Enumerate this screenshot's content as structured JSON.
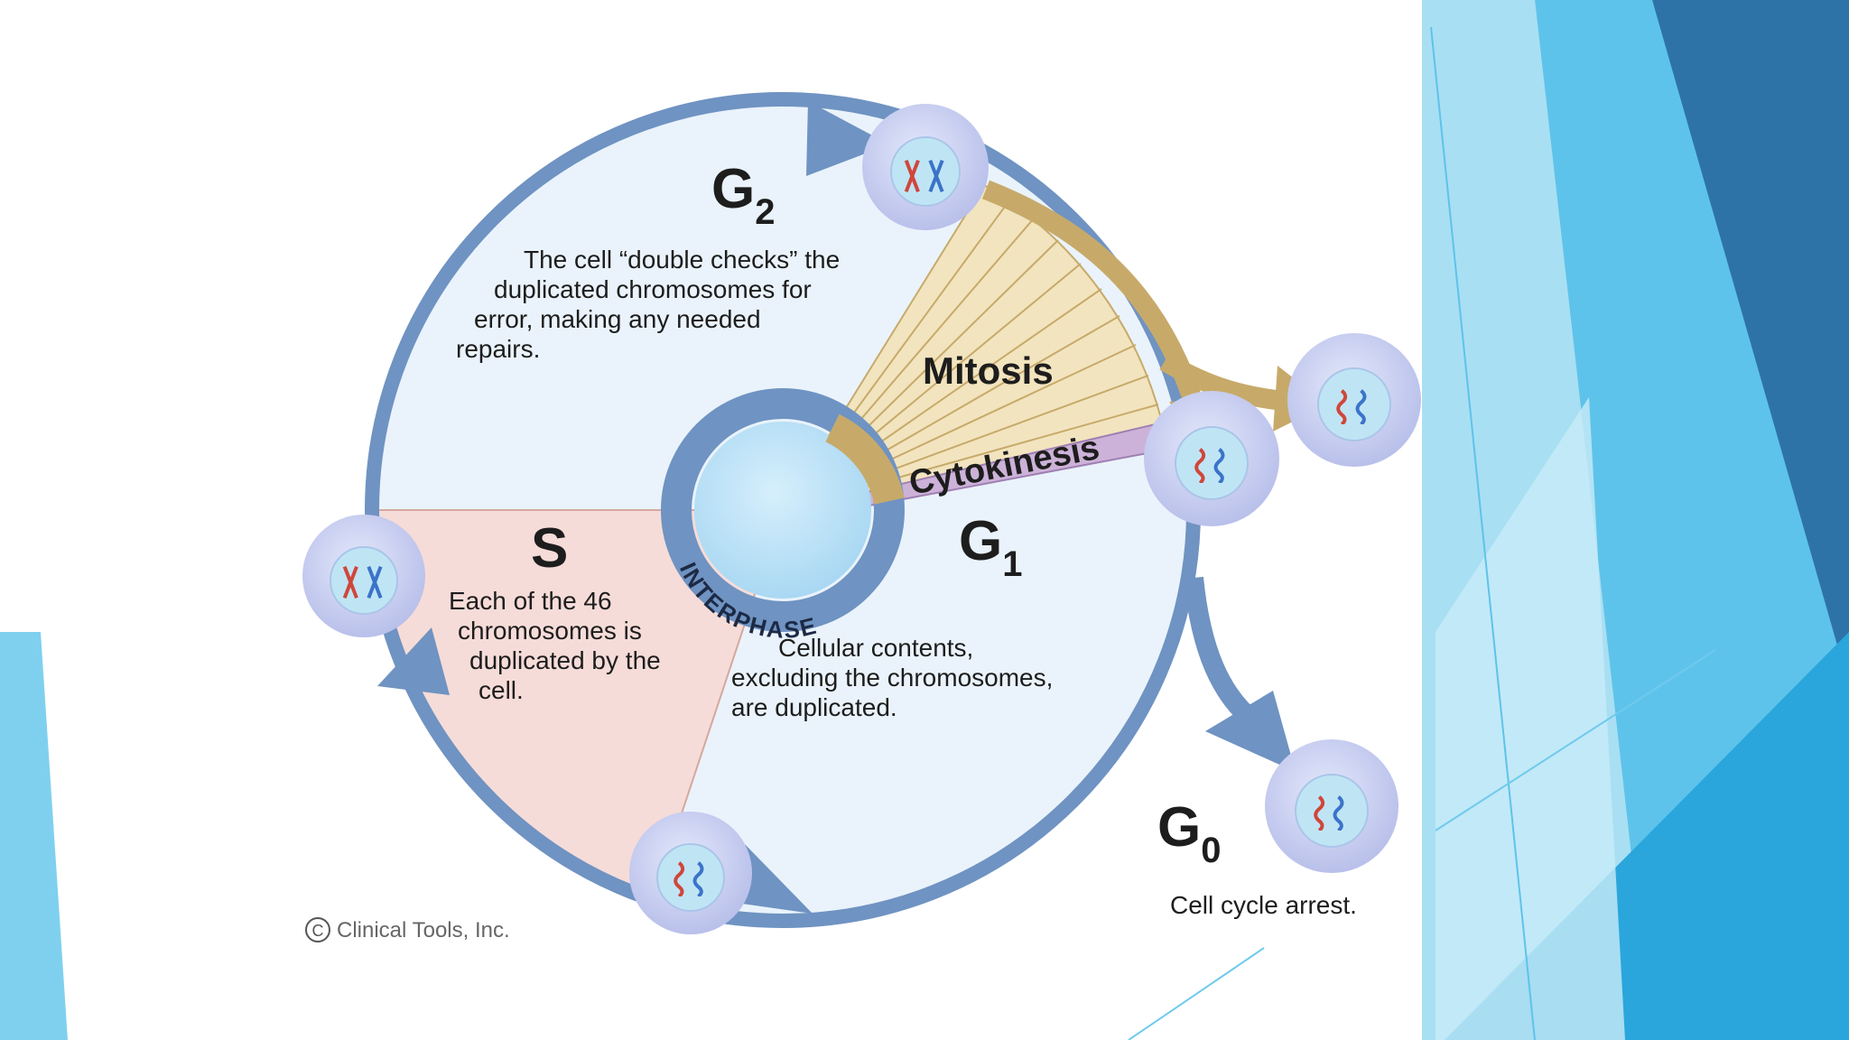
{
  "phases": {
    "g2": {
      "letter": "G",
      "sub": "2",
      "desc": [
        "The cell “double checks” the",
        "duplicated chromosomes for",
        "error, making any needed",
        "repairs."
      ]
    },
    "s": {
      "letter": "S",
      "desc": [
        "Each of the 46",
        "chromosomes is",
        "duplicated by the",
        "cell."
      ]
    },
    "g1": {
      "letter": "G",
      "sub": "1",
      "desc": [
        "Cellular contents,",
        "excluding the chromosomes,",
        "are duplicated."
      ]
    },
    "g0": {
      "letter": "G",
      "sub": "0",
      "desc": "Cell cycle arrest."
    }
  },
  "mitosis_label": "Mitosis",
  "cytokinesis_label": "Cytokinesis",
  "interphase_label": "INTERPHASE",
  "copyright": "Clinical Tools, Inc.",
  "copyright_symbol": "C",
  "colors": {
    "ring": "#6f93c2",
    "g_region": "#eaf3fb",
    "s_region": "#f6dcd8",
    "mitosis": "#f2e4bf",
    "mitosis_arrow": "#c7aa6a",
    "cytokinesis": "#ccb2d8",
    "interphase_core": "#b9e0f7",
    "cell_fill": "#c9cff0",
    "nucleus_fill": "#b8e0f4",
    "text": "#1d1d1d",
    "deco_light": "#9fdcf2",
    "deco_mid": "#4fbde7",
    "deco_dark": "#2a6fa3"
  }
}
